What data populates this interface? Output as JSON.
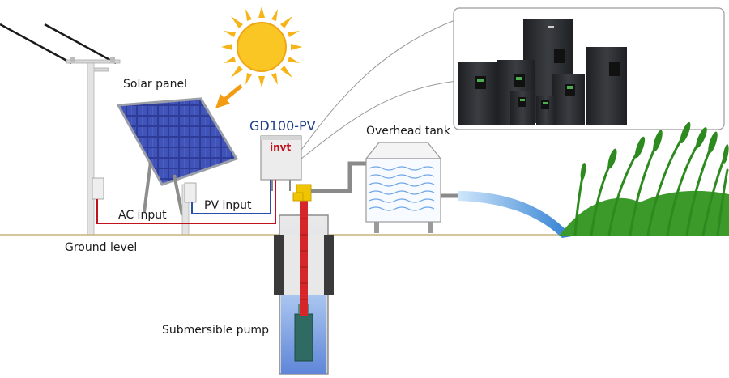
{
  "labels": {
    "solar_panel": "Solar panel",
    "controller_model": "GD100-PV",
    "overhead_tank": "Overhead tank",
    "ac_input": "AC input",
    "pv_input": "PV input",
    "ground_level": "Ground level",
    "submersible_pump": "Submersible pump"
  },
  "brand": {
    "name": "invt"
  },
  "colors": {
    "ground_line": "#c8b47a",
    "ac_wire": "#c0121e",
    "pv_wire": "#2b4fa8",
    "sun": "#f6b418",
    "sun_arrow": "#f39c12",
    "panel": "#2e3b97",
    "water": "#3b8fd8",
    "pump_rod": "#d7262a",
    "grass": "#2c8a1e",
    "inverter_body": "#2d2f33",
    "pipe": "#8a8a8a"
  },
  "icons": {
    "sun": "sun-icon",
    "panel": "solar-panel-icon",
    "pole": "utility-pole-icon",
    "controller": "controller-box-icon",
    "tank": "water-tank-icon",
    "pump": "submersible-pump-icon",
    "grass": "grass-icon",
    "inverters": "inverter-product-icon"
  }
}
